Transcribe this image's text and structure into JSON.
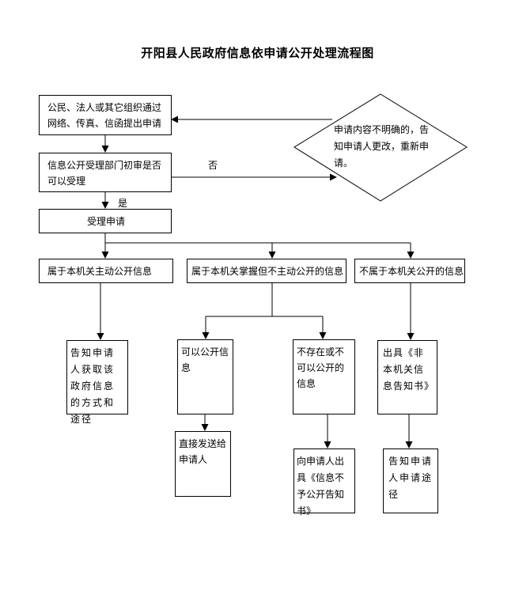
{
  "title": "开阳县人民政府信息依申请公开处理流程图",
  "nodes": {
    "apply": "公民、法人或其它组织通过网络、传真、信函提出申请",
    "review": "信息公开受理部门初审是否可以受理",
    "accept": "受理申请",
    "active_info": "属于本机关主动公开信息",
    "held_info": "属于本机关掌握但不主动公开的信息",
    "not_held_info": "不属于本机关公开的信息",
    "notify_method": "告知申请人获取该政府信息的方式和途径",
    "can_disclose": "可以公开信息",
    "cannot_disclose": "不存在或不可以公开的信息",
    "issue_non_notice": "出具《非本机关信息告知书》",
    "send_direct": "直接发送给申请人",
    "issue_no_disclose": "向申请人出具《信息不予公开告知书》",
    "notify_channel": "告知申请人申请途径",
    "unclear": "申请内容不明确的，告知申请人更改，重新申请。"
  },
  "labels": {
    "no": "否",
    "yes": "是"
  }
}
